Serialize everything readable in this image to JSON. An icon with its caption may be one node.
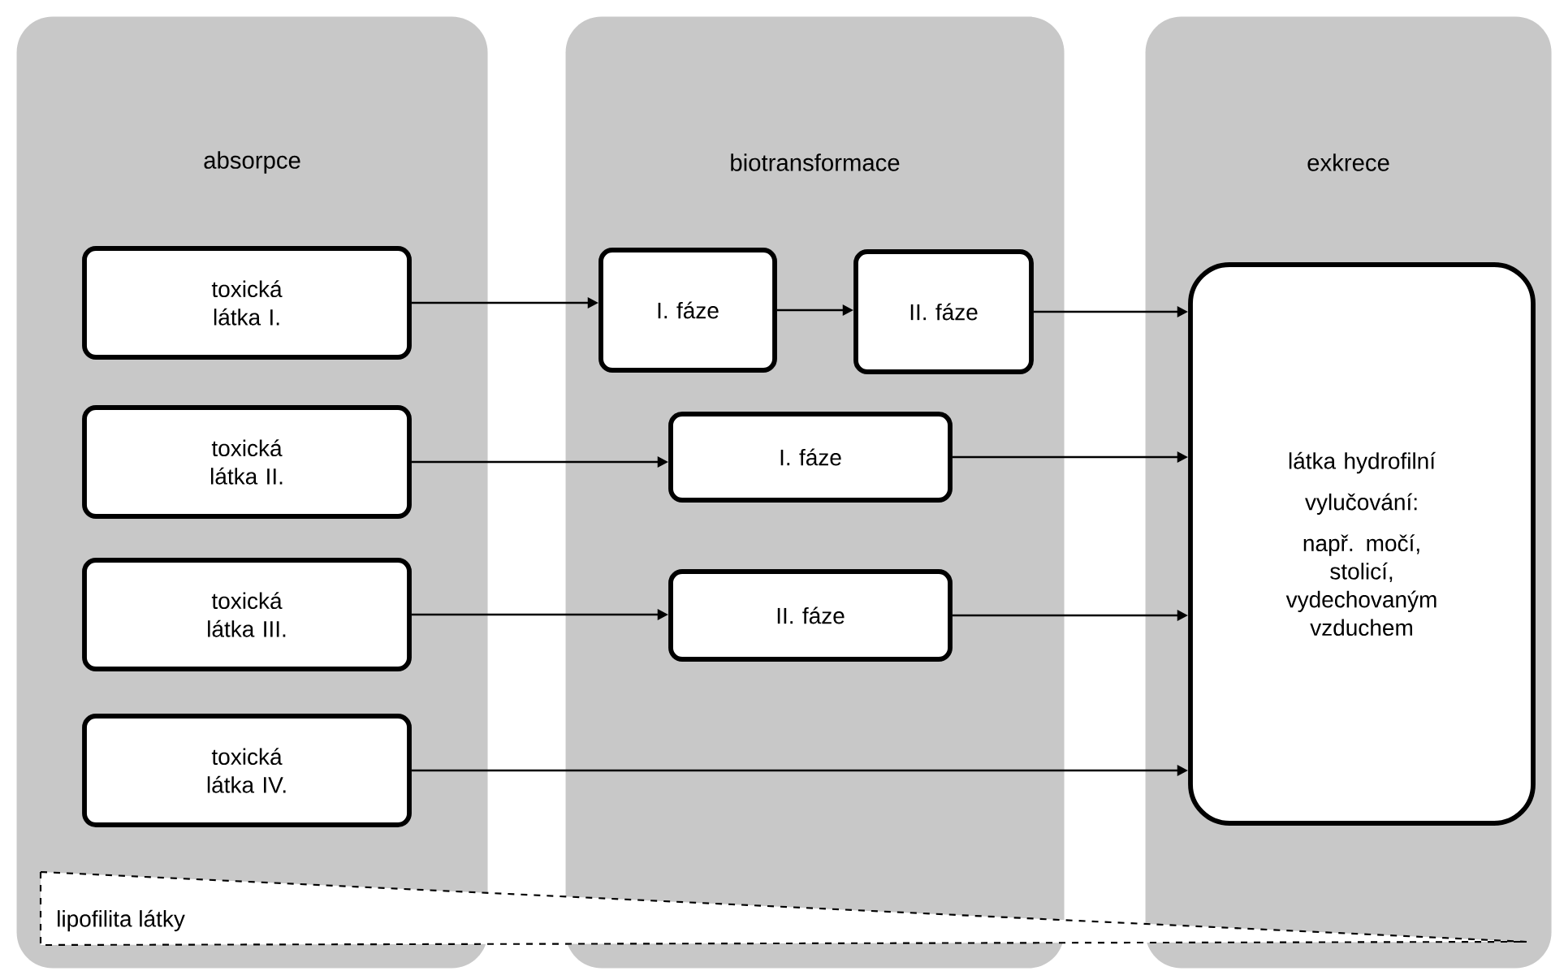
{
  "diagram": {
    "nodes": [
      {
        "text": [
          "absorpce"
        ]
      },
      {
        "text": [
          "toxická látka I."
        ],
        "in": 0
      },
      {
        "text": [
          "toxická látka II."
        ],
        "in": 0
      },
      {
        "text": [
          "toxická látka III."
        ],
        "in": 0
      },
      {
        "text": [
          "toxická látka IV."
        ],
        "in": 0
      },
      {
        "text": [
          "biotransformace"
        ]
      },
      {
        "text": [
          "I. fáze"
        ],
        "in": 5
      },
      {
        "text": [
          "II. fáze"
        ],
        "in": 5
      },
      {
        "text": [
          "I. fáze"
        ],
        "in": 5
      },
      {
        "text": [
          "II. fáze"
        ],
        "in": 5
      },
      {
        "text": [
          "exkrece"
        ]
      },
      {
        "text": [
          "látka hydrofilní",
          "vylučování:",
          "např. močí, stolicí, vydechovaným vzduchem"
        ],
        "in": 10
      },
      {
        "text": [
          "lipofilita látky"
        ]
      }
    ],
    "edges": [
      {
        "from": 1,
        "to": 6,
        "arrow": "to"
      },
      {
        "from": 6,
        "to": 7,
        "arrow": "to"
      },
      {
        "from": 7,
        "to": 11,
        "arrow": "to"
      },
      {
        "from": 2,
        "to": 8,
        "arrow": "to"
      },
      {
        "from": 8,
        "to": 11,
        "arrow": "to"
      },
      {
        "from": 3,
        "to": 9,
        "arrow": "to"
      },
      {
        "from": 9,
        "to": 11,
        "arrow": "to"
      },
      {
        "from": 4,
        "to": 11,
        "arrow": "to"
      }
    ]
  }
}
